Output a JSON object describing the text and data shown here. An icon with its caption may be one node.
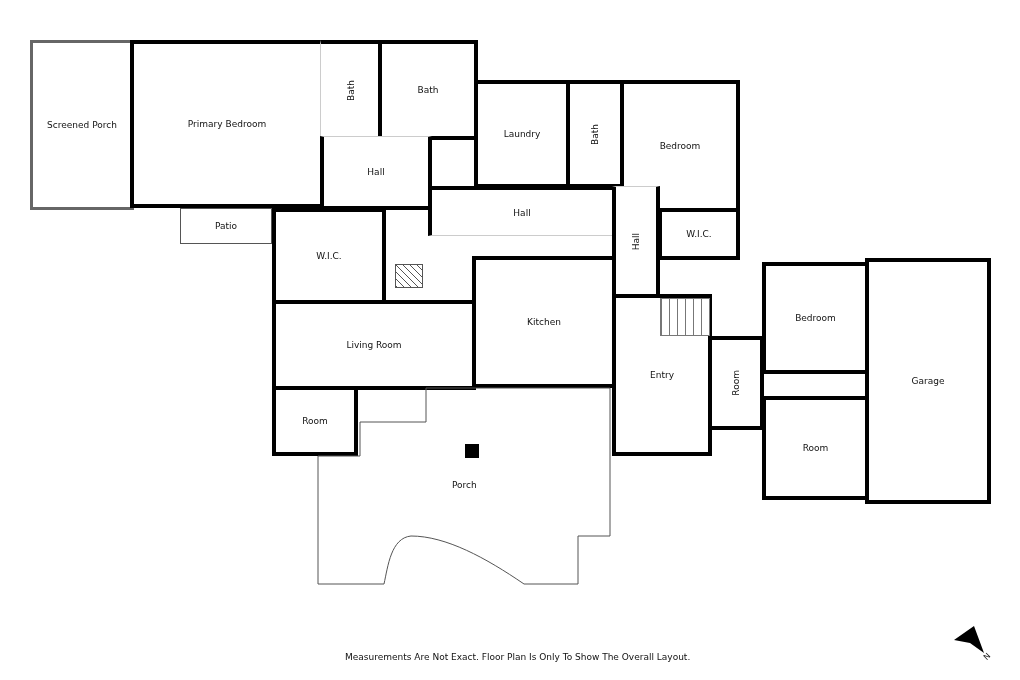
{
  "diagram": {
    "caption": "Measurements Are Not Exact. Floor Plan Is Only To Show The Overall Layout.",
    "nodes": [
      {
        "text": [
          "Screened Porch"
        ]
      },
      {
        "text": [
          "Primary Bedroom"
        ]
      },
      {
        "text": [
          "Bath"
        ]
      },
      {
        "text": [
          "Bath"
        ]
      },
      {
        "text": [
          "Laundry"
        ]
      },
      {
        "text": [
          "Bath"
        ]
      },
      {
        "text": [
          "Bedroom"
        ]
      },
      {
        "text": [
          "Hall"
        ]
      },
      {
        "text": [
          "Hall"
        ]
      },
      {
        "text": [
          "Patio"
        ]
      },
      {
        "text": [
          "W.I.C."
        ]
      },
      {
        "text": [
          "W.I.C."
        ]
      },
      {
        "text": [
          "Hall"
        ]
      },
      {
        "text": [
          "Living Room"
        ]
      },
      {
        "text": [
          "Kitchen"
        ]
      },
      {
        "text": [
          "Bedroom"
        ]
      },
      {
        "text": [
          "Garage"
        ]
      },
      {
        "text": [
          "Room"
        ]
      },
      {
        "text": [
          "Entry"
        ]
      },
      {
        "text": [
          "Room"
        ]
      },
      {
        "text": [
          "Room"
        ]
      },
      {
        "text": [
          "Porch"
        ]
      }
    ],
    "labels": [
      "N"
    ]
  }
}
